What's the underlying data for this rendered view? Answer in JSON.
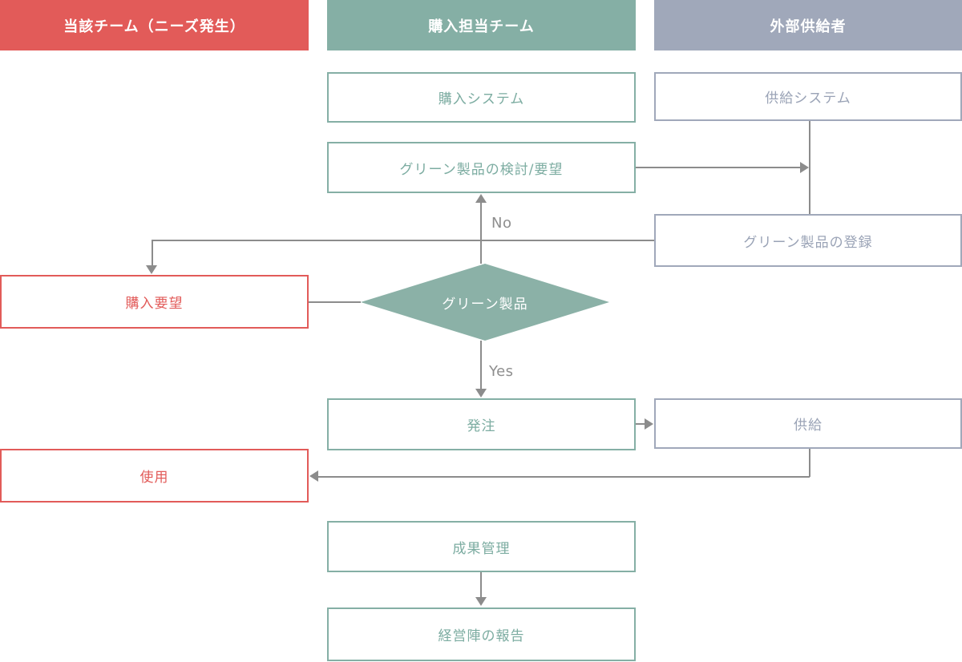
{
  "diagram": {
    "type": "swimlane-flowchart",
    "lanes": [
      {
        "label": "当該チーム（ニーズ発生）",
        "color": "#e25b59"
      },
      {
        "label": "購入担当チーム",
        "color": "#85afa5"
      },
      {
        "label": "外部供給者",
        "color": "#a0a8ba"
      }
    ],
    "nodes": {
      "purchase_system": "購入システム",
      "supply_system": "供給システム",
      "green_review": "グリーン製品の検討/要望",
      "green_registration": "グリーン製品の登録",
      "purchase_request": "購入要望",
      "decision": "グリーン製品",
      "order": "発注",
      "supply": "供給",
      "use": "使用",
      "results_management": "成果管理",
      "management_report": "経営陣の報告"
    },
    "edge_labels": {
      "no": "No",
      "yes": "Yes"
    },
    "edges": [
      {
        "from": "green_review",
        "to": "green_registration",
        "via": "supply_system_line",
        "arrow": "right",
        "label": ""
      },
      {
        "from": "supply_system",
        "to": "green_registration",
        "arrow": "none",
        "label": ""
      },
      {
        "from": "green_registration",
        "to": "purchase_request",
        "arrow": "down",
        "label": ""
      },
      {
        "from": "decision",
        "to": "green_review",
        "arrow": "up",
        "label": "No"
      },
      {
        "from": "purchase_request",
        "to": "decision",
        "arrow": "none",
        "label": ""
      },
      {
        "from": "decision",
        "to": "order",
        "arrow": "down",
        "label": "Yes"
      },
      {
        "from": "order",
        "to": "supply",
        "arrow": "right",
        "label": ""
      },
      {
        "from": "supply",
        "to": "use",
        "arrow": "left",
        "label": ""
      },
      {
        "from": "results_management",
        "to": "management_report",
        "arrow": "down",
        "label": ""
      }
    ],
    "colors": {
      "red": "#e25b59",
      "green": "#85afa5",
      "gray_blue": "#a0a8ba",
      "line": "#8c8c8c",
      "diamond_fill": "#8bb1a7"
    }
  }
}
